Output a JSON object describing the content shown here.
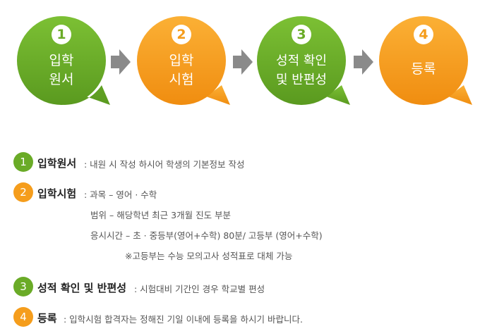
{
  "colors": {
    "green": "#6aab27",
    "orange": "#f59d1c",
    "arrow": "#8a8a8a"
  },
  "steps": [
    {
      "num": "1",
      "label": "입학\n원서",
      "color": "green"
    },
    {
      "num": "2",
      "label": "입학\n시험",
      "color": "orange"
    },
    {
      "num": "3",
      "label": "성적 확인\n및 반편성",
      "color": "green"
    },
    {
      "num": "4",
      "label": "등록",
      "color": "orange"
    }
  ],
  "details": [
    {
      "num": "1",
      "title": "입학원서",
      "lines": [
        ": 내원 시 작성 하시어 학생의 기본정보 작성"
      ]
    },
    {
      "num": "2",
      "title": "입학시험",
      "lines": [
        ": 과목 – 영어 · 수학",
        "범위 – 해당학년 최근 3개월 진도 부분",
        "응시시간 – 초 · 중등부(영어+수학) 80분/ 고등부 (영어+수학)",
        "※고등부는 수능 모의고사 성적표로 대체 가능"
      ]
    },
    {
      "num": "3",
      "title": "성적 확인 및 반편성",
      "lines": [
        ": 시험대비 기간인 경우 학교별 편성"
      ]
    },
    {
      "num": "4",
      "title": "등록",
      "lines": [
        ": 입학시험 합격자는 정해진 기일 이내에 등록을 하시기 바랍니다."
      ]
    }
  ]
}
